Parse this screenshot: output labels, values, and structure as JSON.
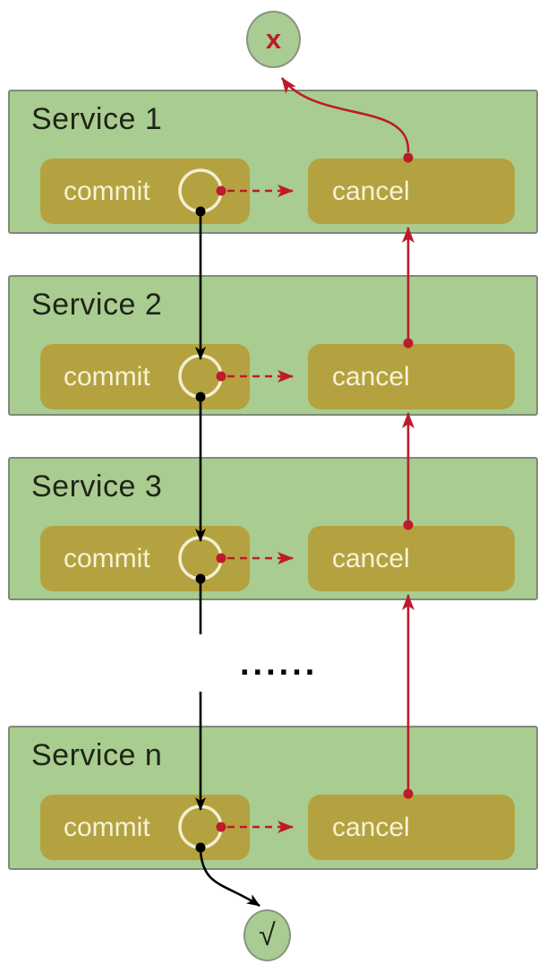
{
  "nodes": {
    "failure_label": "x",
    "success_label": "√"
  },
  "services": [
    {
      "title": "Service 1",
      "commit_label": "commit",
      "cancel_label": "cancel"
    },
    {
      "title": "Service 2",
      "commit_label": "commit",
      "cancel_label": "cancel"
    },
    {
      "title": "Service 3",
      "commit_label": "commit",
      "cancel_label": "cancel"
    },
    {
      "title": "Service n",
      "commit_label": "commit",
      "cancel_label": "cancel"
    }
  ],
  "ellipsis": "......",
  "colors": {
    "background": "#ffffff",
    "service_fill": "#a9cc90",
    "service_border": "#7d8b76",
    "action_fill": "#b3a23f",
    "action_text": "#f7f2d8",
    "title_text": "#1f2418",
    "arrow_red": "#bd1a2b",
    "arrow_black": "#000000",
    "node_fill": "#a9cc92",
    "node_border": "#8a937f",
    "loop_circle_stroke": "#f3eed2"
  }
}
